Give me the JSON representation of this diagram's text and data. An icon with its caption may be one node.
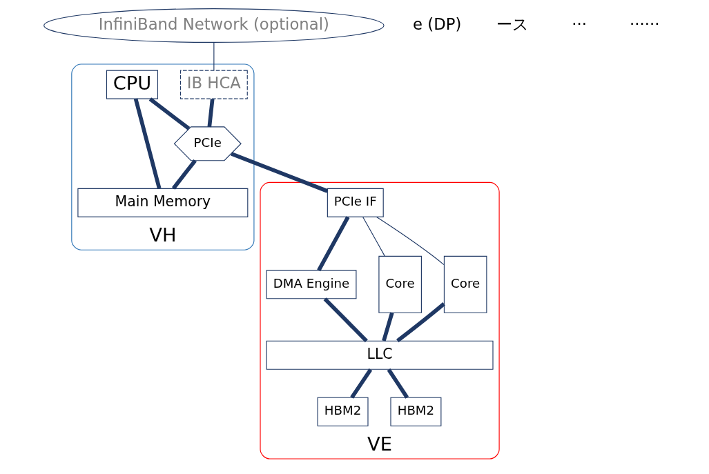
{
  "diagram": {
    "nodes": [
      {
        "text": [
          "InfiniBand Network (optional)"
        ]
      },
      {
        "text": [
          "VH"
        ]
      },
      {
        "text": [
          "IB HCA"
        ],
        "in": 1
      },
      {
        "text": [
          "CPU"
        ],
        "in": 1
      },
      {
        "text": [
          "PCIe"
        ],
        "in": 1
      },
      {
        "text": [
          "Main Memory"
        ],
        "in": 1
      },
      {
        "text": [
          "VE"
        ]
      },
      {
        "text": [
          "PCIe IF"
        ],
        "in": 6
      },
      {
        "text": [
          "DMA Engine"
        ],
        "in": 6
      },
      {
        "text": [
          "Core"
        ],
        "in": 6
      },
      {
        "text": [
          "Core"
        ],
        "in": 6
      },
      {
        "text": [
          "LLC"
        ],
        "in": 6
      },
      {
        "text": [
          "HBM2"
        ],
        "in": 6
      },
      {
        "text": [
          "HBM2"
        ],
        "in": 6
      }
    ],
    "edges": [
      {
        "from": 0,
        "to": 2,
        "arrow": "none"
      },
      {
        "from": 2,
        "to": 4,
        "arrow": "none"
      },
      {
        "from": 3,
        "to": 4,
        "arrow": "none"
      },
      {
        "from": 3,
        "to": 5,
        "arrow": "none"
      },
      {
        "from": 4,
        "to": 5,
        "arrow": "none"
      },
      {
        "from": 4,
        "to": 7,
        "arrow": "none"
      },
      {
        "from": 7,
        "to": 8,
        "arrow": "none"
      },
      {
        "from": 7,
        "to": 9,
        "arrow": "none"
      },
      {
        "from": 7,
        "to": 10,
        "arrow": "none"
      },
      {
        "from": 8,
        "to": 11,
        "arrow": "none"
      },
      {
        "from": 9,
        "to": 11,
        "arrow": "none"
      },
      {
        "from": 10,
        "to": 11,
        "arrow": "none"
      },
      {
        "from": 11,
        "to": 12,
        "arrow": "none"
      },
      {
        "from": 11,
        "to": 13,
        "arrow": "none"
      }
    ],
    "labels": [
      "e (DP)",
      "ース",
      "···",
      "······"
    ]
  }
}
